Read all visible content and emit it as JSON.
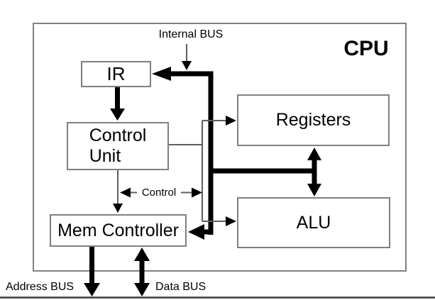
{
  "labels": {
    "cpu": "CPU",
    "internal_bus": "Internal BUS",
    "control": "Control",
    "address_bus": "Address BUS",
    "data_bus": "Data BUS"
  },
  "blocks": {
    "ir": {
      "label": "IR"
    },
    "control_unit": {
      "line1": "Control",
      "line2": "Unit"
    },
    "mem_controller": {
      "label": "Mem Controller"
    },
    "registers": {
      "label": "Registers"
    },
    "alu": {
      "label": "ALU"
    }
  },
  "colors": {
    "box_border": "#808080",
    "connector": "#5e5e5e",
    "bus": "#000000",
    "background": "#ffffff",
    "separator": "#3a3a3a",
    "text": "#000000"
  }
}
